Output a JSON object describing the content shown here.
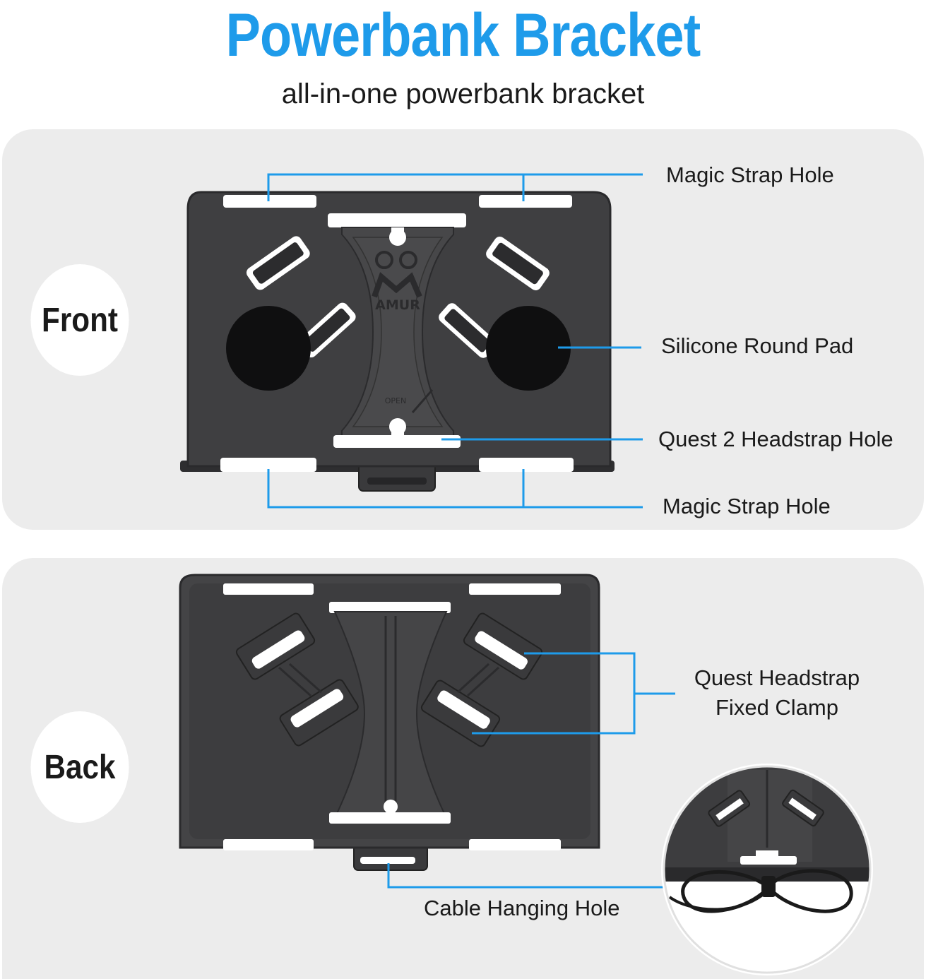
{
  "header": {
    "title": "Powerbank Bracket",
    "subtitle": "all-in-one powerbank bracket"
  },
  "colors": {
    "accent": "#1e9bea",
    "bracket": "#3d3d3f",
    "bracket_edge": "#2a2a2c",
    "panel_bg": "#ececec"
  },
  "front": {
    "badge": "Front",
    "labels": {
      "magic_strap_top": "Magic Strap Hole",
      "silicone_pad": "Silicone Round Pad",
      "headstrap_hole": "Quest 2 Headstrap Hole",
      "magic_strap_bottom": "Magic Strap Hole"
    },
    "logo_text": "AMUR",
    "open_text": "OPEN"
  },
  "back": {
    "badge": "Back",
    "labels": {
      "clamp_line1": "Quest Headstrap",
      "clamp_line2": "Fixed Clamp",
      "cable_hole": "Cable Hanging Hole"
    }
  }
}
